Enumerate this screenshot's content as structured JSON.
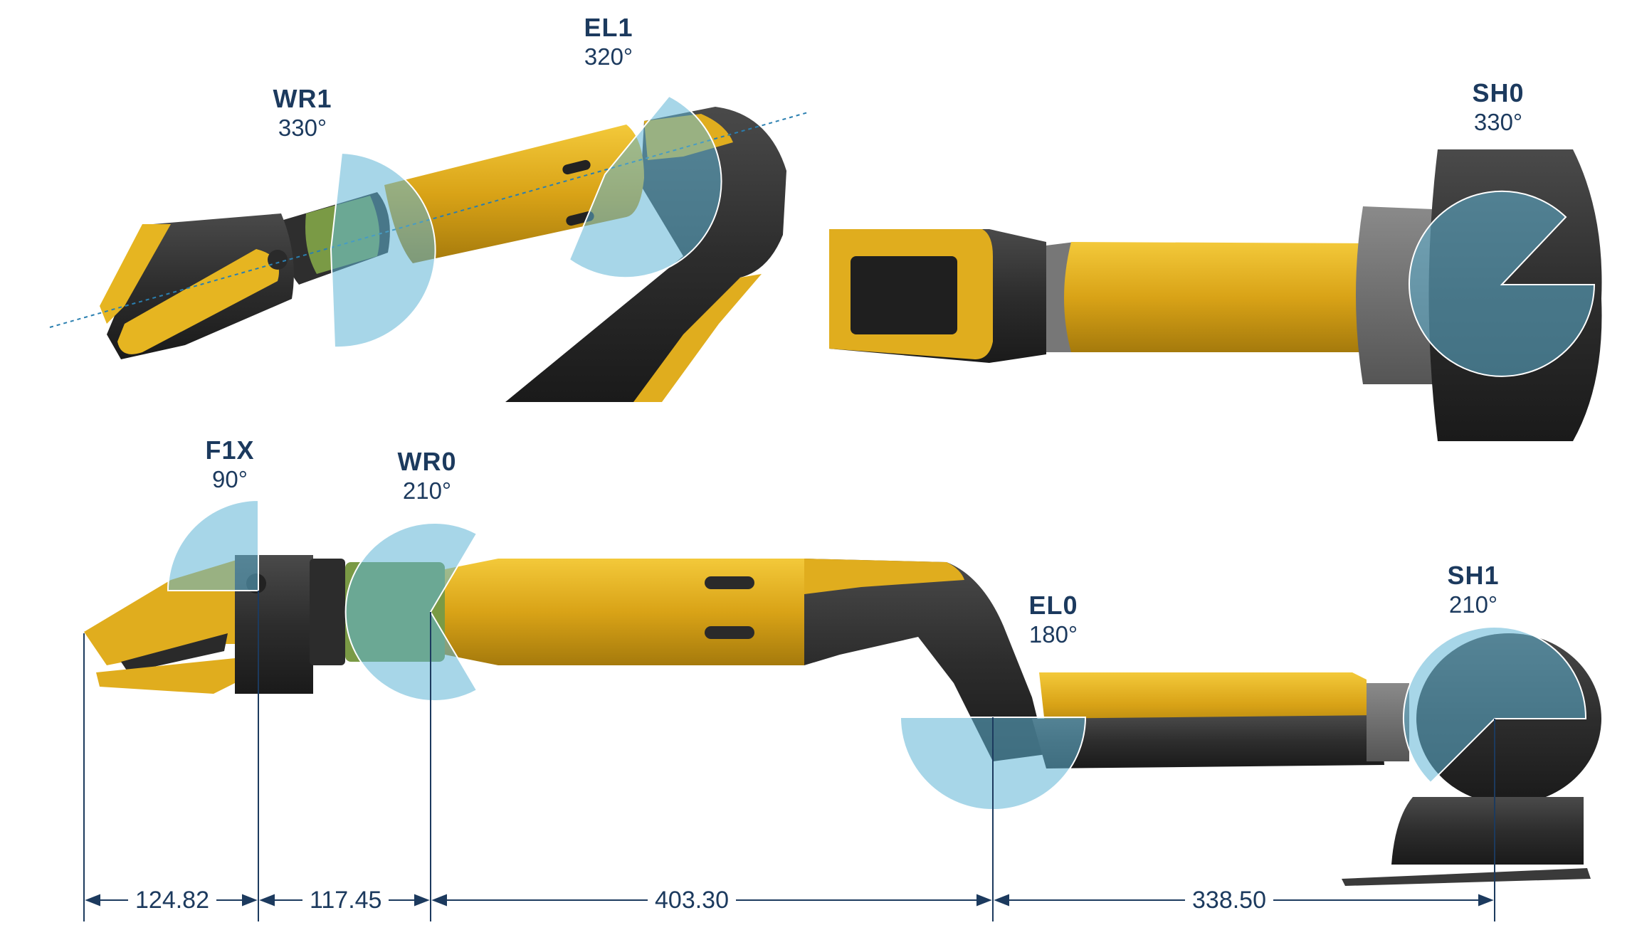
{
  "joints": [
    {
      "id": "wr1",
      "name": "WR1",
      "range": "330°"
    },
    {
      "id": "el1",
      "name": "EL1",
      "range": "320°"
    },
    {
      "id": "sh0",
      "name": "SH0",
      "range": "330°"
    },
    {
      "id": "f1x",
      "name": "F1X",
      "range": "90°"
    },
    {
      "id": "wr0",
      "name": "WR0",
      "range": "210°"
    },
    {
      "id": "el0",
      "name": "EL0",
      "range": "180°"
    },
    {
      "id": "sh1",
      "name": "SH1",
      "range": "210°"
    }
  ],
  "dimensions": [
    {
      "id": "d1",
      "value": "124.82"
    },
    {
      "id": "d2",
      "value": "117.45"
    },
    {
      "id": "d3",
      "value": "403.30"
    },
    {
      "id": "d4",
      "value": "338.50"
    }
  ],
  "colors": {
    "arm_yellow": "#e0ad1e",
    "arm_dark": "#2b2b2b",
    "joint_highlight": "#5fb4d6",
    "label_navy": "#1c3a5e"
  }
}
